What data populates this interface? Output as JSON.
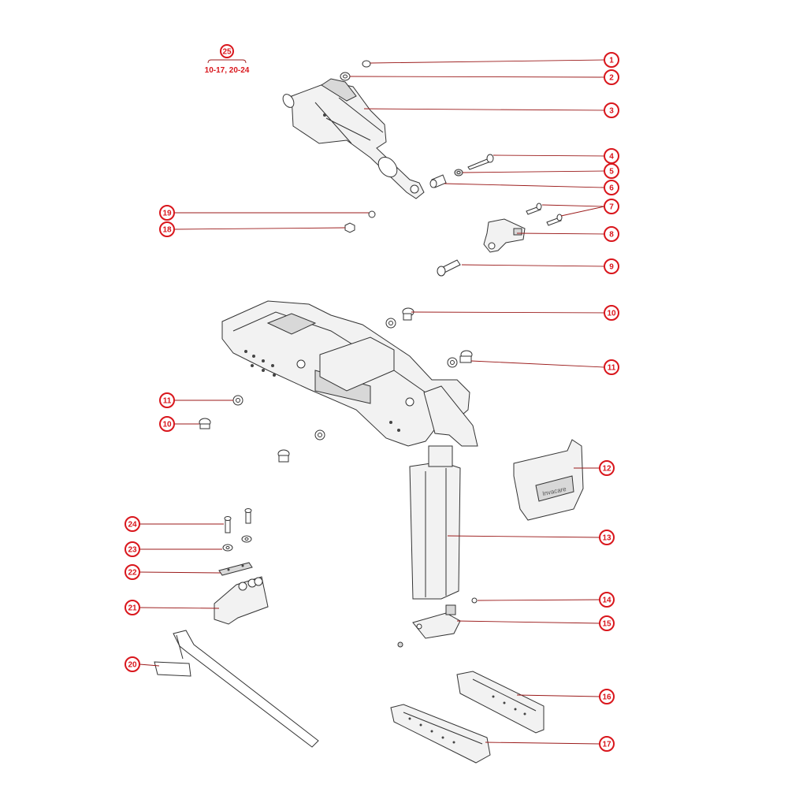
{
  "kit": {
    "number": "25",
    "label": "10-17, 20-24"
  },
  "callouts": [
    {
      "id": "c1",
      "num": "1"
    },
    {
      "id": "c2",
      "num": "2"
    },
    {
      "id": "c3",
      "num": "3"
    },
    {
      "id": "c4",
      "num": "4"
    },
    {
      "id": "c5",
      "num": "5"
    },
    {
      "id": "c6",
      "num": "6"
    },
    {
      "id": "c7",
      "num": "7"
    },
    {
      "id": "c8",
      "num": "8"
    },
    {
      "id": "c9",
      "num": "9"
    },
    {
      "id": "c10a",
      "num": "10"
    },
    {
      "id": "c11a",
      "num": "11"
    },
    {
      "id": "c11b",
      "num": "11"
    },
    {
      "id": "c10b",
      "num": "10"
    },
    {
      "id": "c12",
      "num": "12"
    },
    {
      "id": "c13",
      "num": "13"
    },
    {
      "id": "c14",
      "num": "14"
    },
    {
      "id": "c15",
      "num": "15"
    },
    {
      "id": "c16",
      "num": "16"
    },
    {
      "id": "c17",
      "num": "17"
    },
    {
      "id": "c18",
      "num": "18"
    },
    {
      "id": "c19",
      "num": "19"
    },
    {
      "id": "c20",
      "num": "20"
    },
    {
      "id": "c21",
      "num": "21"
    },
    {
      "id": "c22",
      "num": "22"
    },
    {
      "id": "c23",
      "num": "23"
    },
    {
      "id": "c24",
      "num": "24"
    }
  ],
  "cover_logo_text": "Invacare",
  "colors": {
    "callout": "#d9161c",
    "leader": "#9b1a1a",
    "outline": "#333333"
  }
}
